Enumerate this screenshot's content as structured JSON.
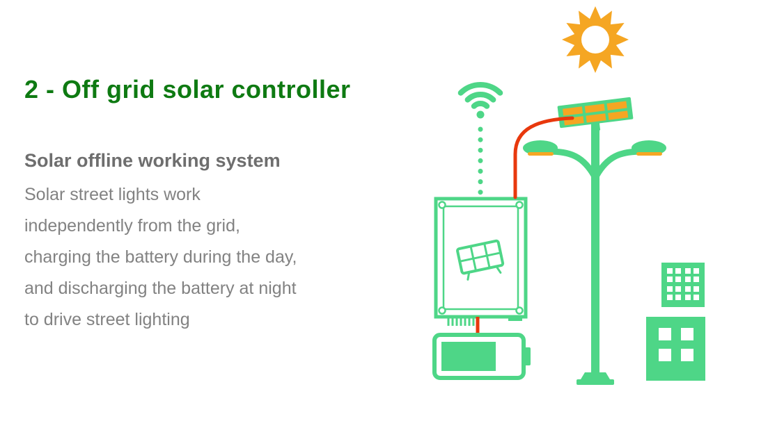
{
  "colors": {
    "title_green": "#0e7a12",
    "subtitle_gray": "#6e6e6e",
    "body_gray": "#828282",
    "mint": "#4ed687",
    "orange": "#f5a623",
    "red": "#e8380d",
    "background": "#ffffff"
  },
  "heading": {
    "title": "2 - Off grid solar controller"
  },
  "description": {
    "subtitle": "Solar offline working system",
    "lines": [
      "Solar street lights work",
      "independently from the grid,",
      "charging the battery during the day,",
      "and discharging the battery at night",
      "to drive street lighting"
    ]
  },
  "illustration": {
    "icons": [
      "sun-icon",
      "wifi-icon",
      "wireless-dotted-link",
      "solar-controller-icon",
      "solar-panel-mini-icon",
      "battery-icon",
      "street-light-icon",
      "street-light-solar-panel-icon",
      "red-wire",
      "building-icon"
    ]
  }
}
